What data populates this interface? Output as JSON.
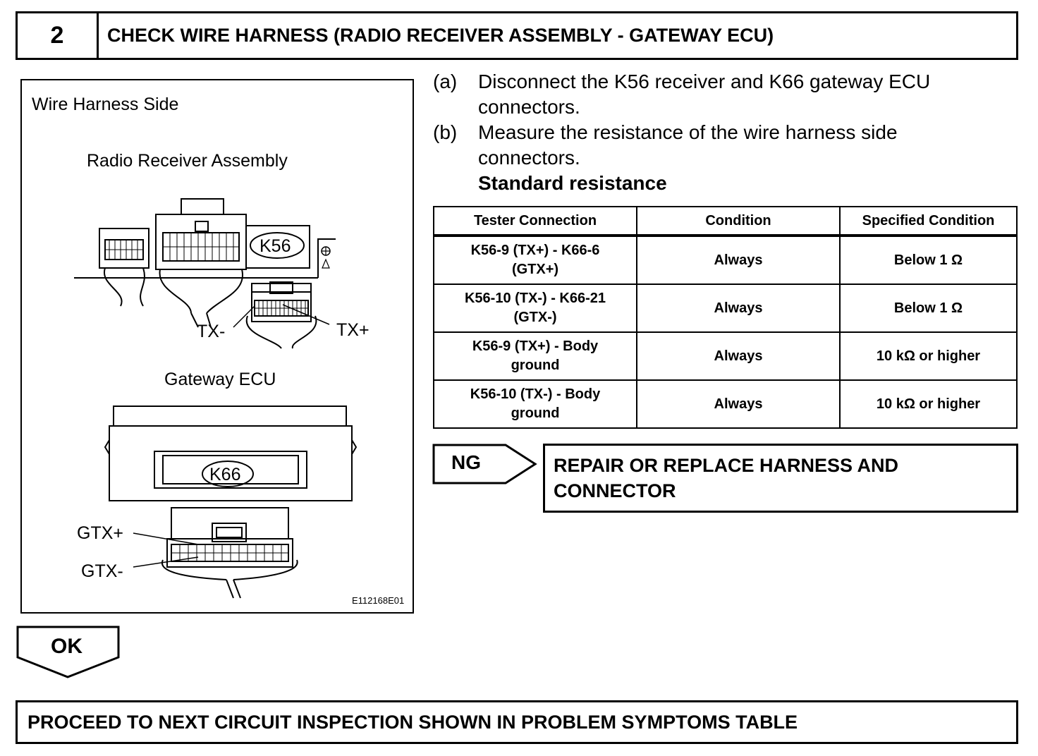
{
  "step": {
    "number": "2",
    "title": "CHECK WIRE HARNESS (RADIO RECEIVER ASSEMBLY - GATEWAY ECU)"
  },
  "figure": {
    "side_label": "Wire Harness Side",
    "radio_label": "Radio Receiver Assembly",
    "k56_label": "K56",
    "tx_minus": "TX-",
    "tx_plus": "TX+",
    "gateway_label": "Gateway ECU",
    "k66_label": "K66",
    "gtx_plus": "GTX+",
    "gtx_minus": "GTX-",
    "figure_id": "E112168E01"
  },
  "instructions": [
    {
      "tag": "(a)",
      "line1": "Disconnect the K56 receiver and K66 gateway ECU",
      "line2": "connectors."
    },
    {
      "tag": "(b)",
      "line1": "Measure the resistance of the wire harness side",
      "line2": "connectors."
    }
  ],
  "standard_heading": "Standard resistance",
  "table": {
    "headers": [
      "Tester Connection",
      "Condition",
      "Specified Condition"
    ],
    "rows": [
      {
        "connection_1": "K56-9 (TX+) - K66-6",
        "connection_2": "(GTX+)",
        "condition": "Always",
        "spec": "Below 1 Ω"
      },
      {
        "connection_1": "K56-10 (TX-) - K66-21",
        "connection_2": "(GTX-)",
        "condition": "Always",
        "spec": "Below 1 Ω"
      },
      {
        "connection_1": "K56-9 (TX+) - Body",
        "connection_2": "ground",
        "condition": "Always",
        "spec": "10 kΩ or higher"
      },
      {
        "connection_1": "K56-10 (TX-) - Body",
        "connection_2": "ground",
        "condition": "Always",
        "spec": "10 kΩ or higher"
      }
    ]
  },
  "ng": {
    "label": "NG",
    "line1": "REPAIR OR REPLACE HARNESS AND",
    "line2": "CONNECTOR"
  },
  "ok": {
    "label": "OK"
  },
  "final": "PROCEED TO NEXT CIRCUIT INSPECTION SHOWN IN PROBLEM SYMPTOMS TABLE"
}
